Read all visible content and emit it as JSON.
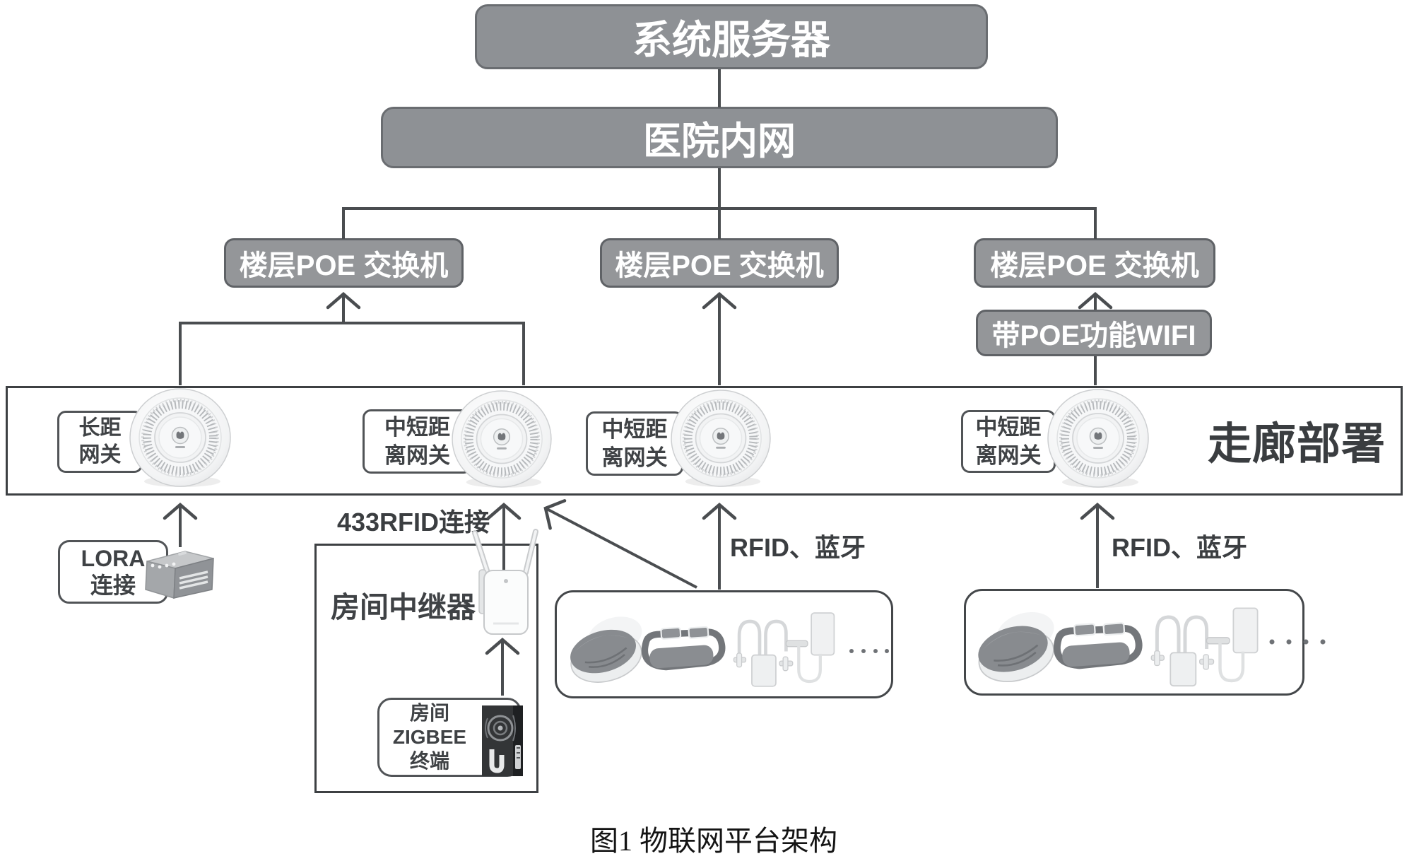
{
  "figure": {
    "caption": "图1 物联网平台架构",
    "background": "#ffffff"
  },
  "colors": {
    "node_fill": "#8e9195",
    "node_fill_small": "#949699",
    "node_border": "#6a6d71",
    "node_text": "#ffffff",
    "label_box_border": "#515457",
    "label_text": "#3f4245",
    "line": "#4a4d50",
    "band_border": "#3d4043",
    "caption_text": "#141414"
  },
  "nodes": {
    "server": {
      "label": "系统服务器"
    },
    "intranet": {
      "label": "医院内网"
    },
    "poe_switches": [
      {
        "label": "楼层POE 交换机"
      },
      {
        "label": "楼层POE 交换机"
      },
      {
        "label": "楼层POE 交换机"
      }
    ],
    "poe_wifi": {
      "label": "带POE功能WIFI"
    },
    "corridor_band": {
      "label": "走廊部署"
    },
    "gateways": [
      {
        "lines": [
          "长距",
          "网关"
        ]
      },
      {
        "lines": [
          "中短距",
          "离网关"
        ]
      },
      {
        "lines": [
          "中短距",
          "离网关"
        ]
      },
      {
        "lines": [
          "中短距",
          "离网关"
        ]
      }
    ],
    "lora": {
      "lines": [
        "LORA",
        "连接"
      ]
    },
    "room_repeater": {
      "label": "房间中继器"
    },
    "zigbee_terminal": {
      "lines": [
        "房间",
        "ZIGBEE",
        "终端"
      ]
    }
  },
  "connection_labels": {
    "rfid433": "433RFID连接",
    "rfid_bt_left": "RFID、蓝牙",
    "rfid_bt_right": "RFID、蓝牙"
  },
  "icons": {
    "ceiling_ap": "ceiling-access-point-disc",
    "lora_module": "lora-gateway-module-box",
    "wifi_extender": "wall-plug-repeater-with-antennas",
    "zigbee_photo": "dark-photo-of-zigbee-wall-terminal",
    "wearable_pebble": "oval-wearable-tag",
    "wristband": "strap-wristband-tag",
    "loop_tags": "double-cable-loop-tags",
    "cable_tag": "rectangular-tag-with-cable-loop",
    "ellipsis": "more-devices-dots"
  }
}
